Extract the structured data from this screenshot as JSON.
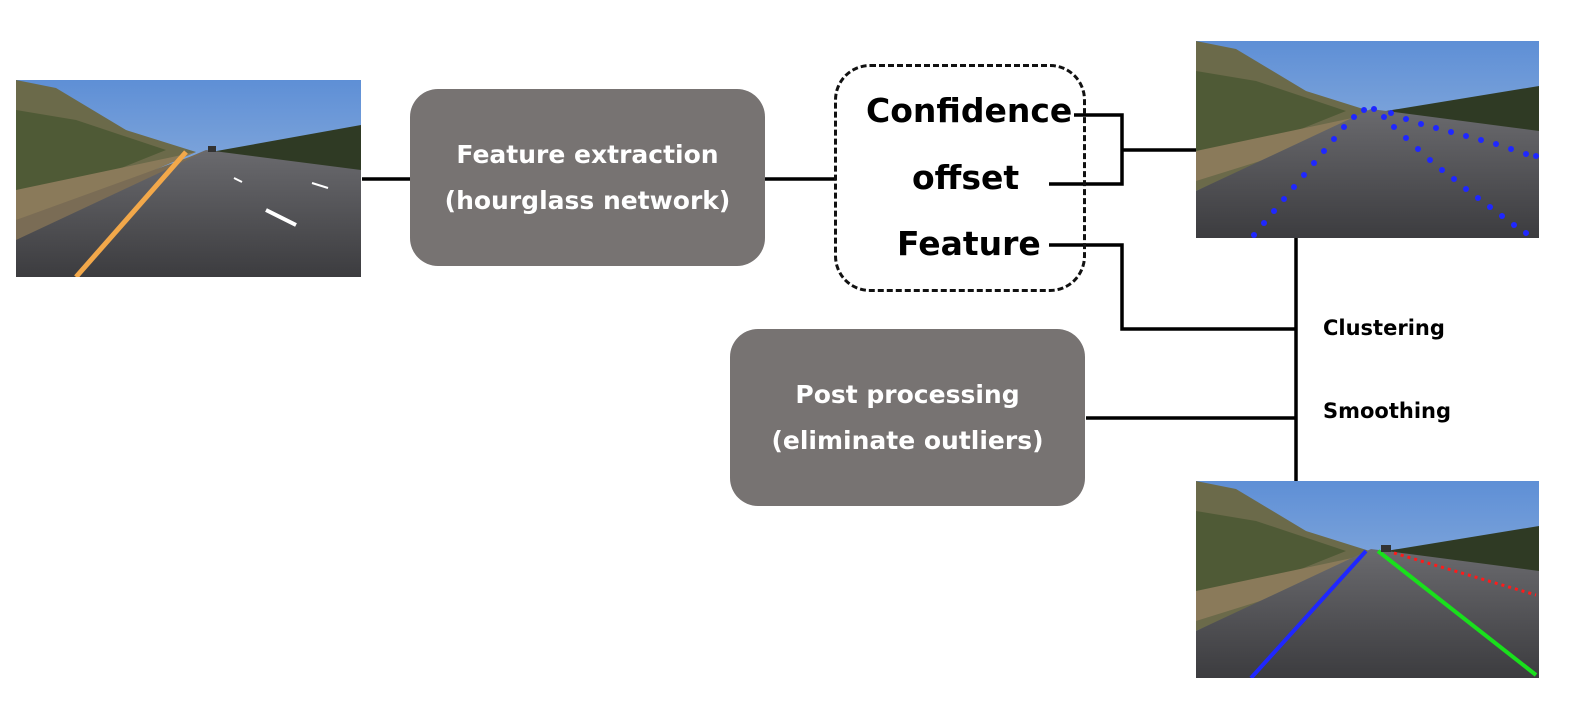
{
  "feature_box": {
    "line1": "Feature extraction",
    "line2": "(hourglass network)"
  },
  "outputs": {
    "confidence": "Confidence",
    "offset": "offset",
    "feature": "Feature"
  },
  "post_box": {
    "line1": "Post processing",
    "line2": "(eliminate outliers)"
  },
  "steps": {
    "clustering": "Clustering",
    "smoothing": "Smoothing"
  },
  "colors": {
    "box_fill": "#777372",
    "line": "#000000",
    "lane_blue": "#1f27ff",
    "lane_green": "#19e01c",
    "lane_red": "#ff1a1a",
    "lane_orange": "#f2a84a",
    "sky": "#6f9ad8",
    "road": "#4a4a4c"
  }
}
